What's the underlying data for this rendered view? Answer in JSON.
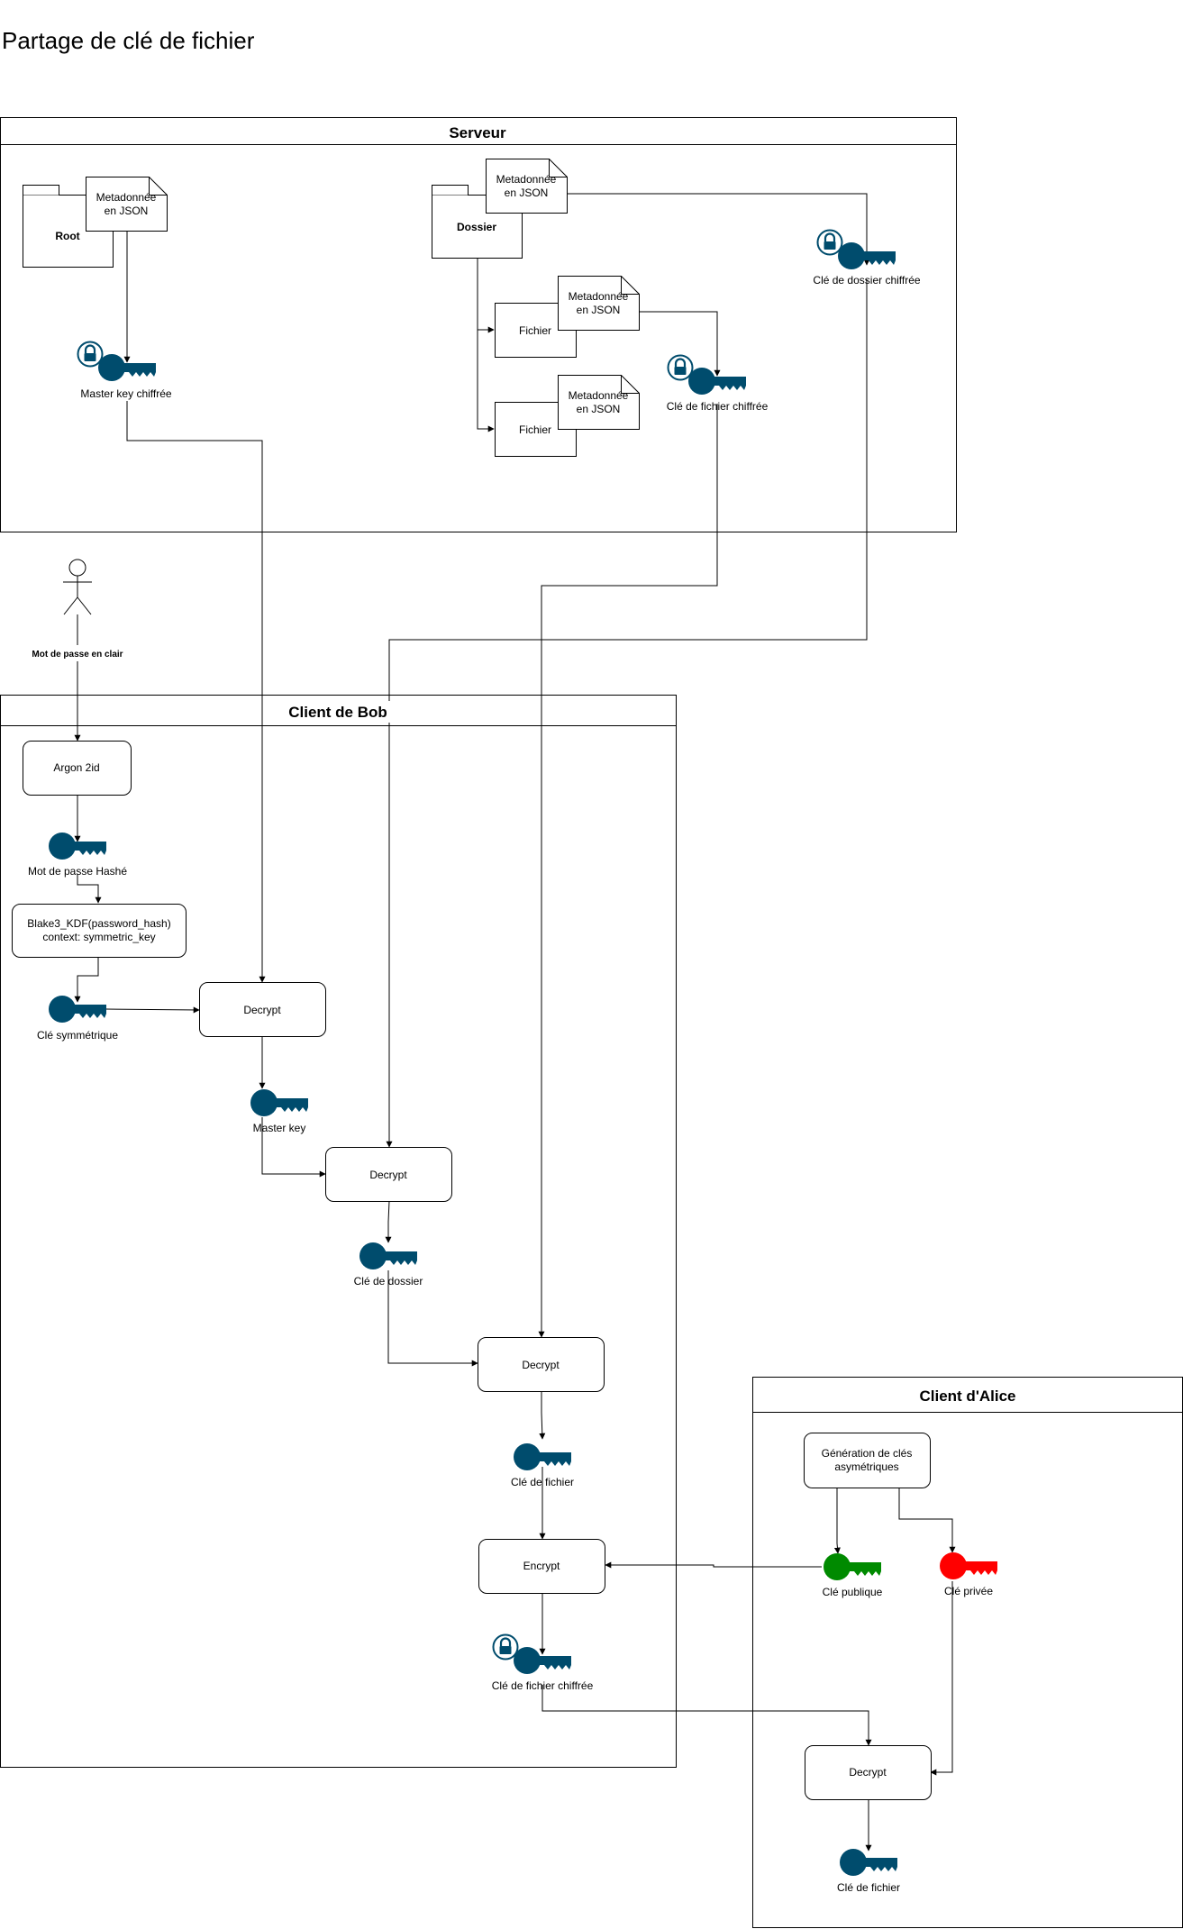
{
  "title": "Partage de clé de fichier",
  "colors": {
    "key_default": "#004c6d",
    "key_public": "#008a00",
    "key_private": "#ff0000",
    "line": "#000000"
  },
  "serveur": {
    "title": "Serveur",
    "root": {
      "label": "Root",
      "meta": [
        "Metadonnée",
        "en JSON"
      ]
    },
    "dossier": {
      "label": "Dossier",
      "meta": [
        "Metadonnée",
        "en JSON"
      ]
    },
    "fichier1": {
      "label": "Fichier",
      "meta": [
        "Metadonnée",
        "en JSON"
      ]
    },
    "fichier2": {
      "label": "Fichier",
      "meta": [
        "Metadonnée",
        "en JSON"
      ]
    },
    "master_key_chiffree": "Master key chiffrée",
    "cle_fichier_chiffree": "Clé de fichier chiffrée",
    "cle_dossier_chiffree": "Clé de dossier chiffrée"
  },
  "actor": {
    "label": "Mot de passe en clair",
    "icon": "actor-icon"
  },
  "bob": {
    "title": "Client de Bob",
    "argon": "Argon 2id",
    "mdp_hashe": "Mot de passe Hashé",
    "blake": [
      "Blake3_KDF(password_hash)",
      "context: symmetric_key"
    ],
    "cle_symetrique": "Clé symmétrique",
    "decrypt1": "Decrypt",
    "master_key": "Master key",
    "decrypt2": "Decrypt",
    "cle_dossier": "Clé de dossier",
    "decrypt3": "Decrypt",
    "cle_fichier": "Clé de fichier",
    "encrypt": "Encrypt",
    "cle_fichier_chiffree": "Clé de fichier chiffrée"
  },
  "alice": {
    "title": "Client d'Alice",
    "generation": [
      "Génération de clés",
      "asymétriques"
    ],
    "cle_publique": "Clé publique",
    "cle_privee": "Clé privée",
    "decrypt": "Decrypt",
    "cle_fichier": "Clé de fichier"
  }
}
